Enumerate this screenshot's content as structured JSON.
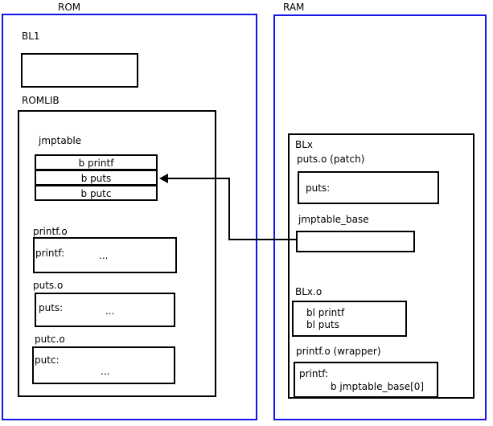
{
  "diagram": {
    "regions": {
      "rom": {
        "label": "ROM"
      },
      "ram": {
        "label": "RAM"
      }
    },
    "rom_contents": {
      "bl1": {
        "label": "BL1",
        "body": ""
      },
      "romlib": {
        "label": "ROMLIB",
        "jmptable": {
          "label": "jmptable",
          "entries": [
            "b printf",
            "b puts",
            "b putc"
          ]
        },
        "objects": [
          {
            "label": "printf.o",
            "symbol": "printf:",
            "body": "..."
          },
          {
            "label": "puts.o",
            "symbol": "puts:",
            "body": "..."
          },
          {
            "label": "putc.o",
            "symbol": "putc:",
            "body": "..."
          }
        ]
      }
    },
    "ram_contents": {
      "blx": {
        "label": "BLx",
        "puts_patch": {
          "label": "puts.o (patch)",
          "symbol": "puts:"
        },
        "jmptable_base": {
          "label": "jmptable_base",
          "body": ""
        },
        "blx_o": {
          "label": "BLx.o",
          "line1": "bl printf",
          "line2": "bl puts"
        },
        "printf_wrapper": {
          "label": "printf.o (wrapper)",
          "symbol": "printf:",
          "instruction": "b jmptable_base[0]"
        }
      }
    },
    "connector": {
      "name": "jmptable-base-to-b-puts-arrow",
      "from": "jmptable_base",
      "to": "b puts"
    },
    "colors": {
      "region_border": "#1414e6",
      "box_border": "#000000",
      "background": "#ffffff",
      "text": "#000000"
    }
  }
}
